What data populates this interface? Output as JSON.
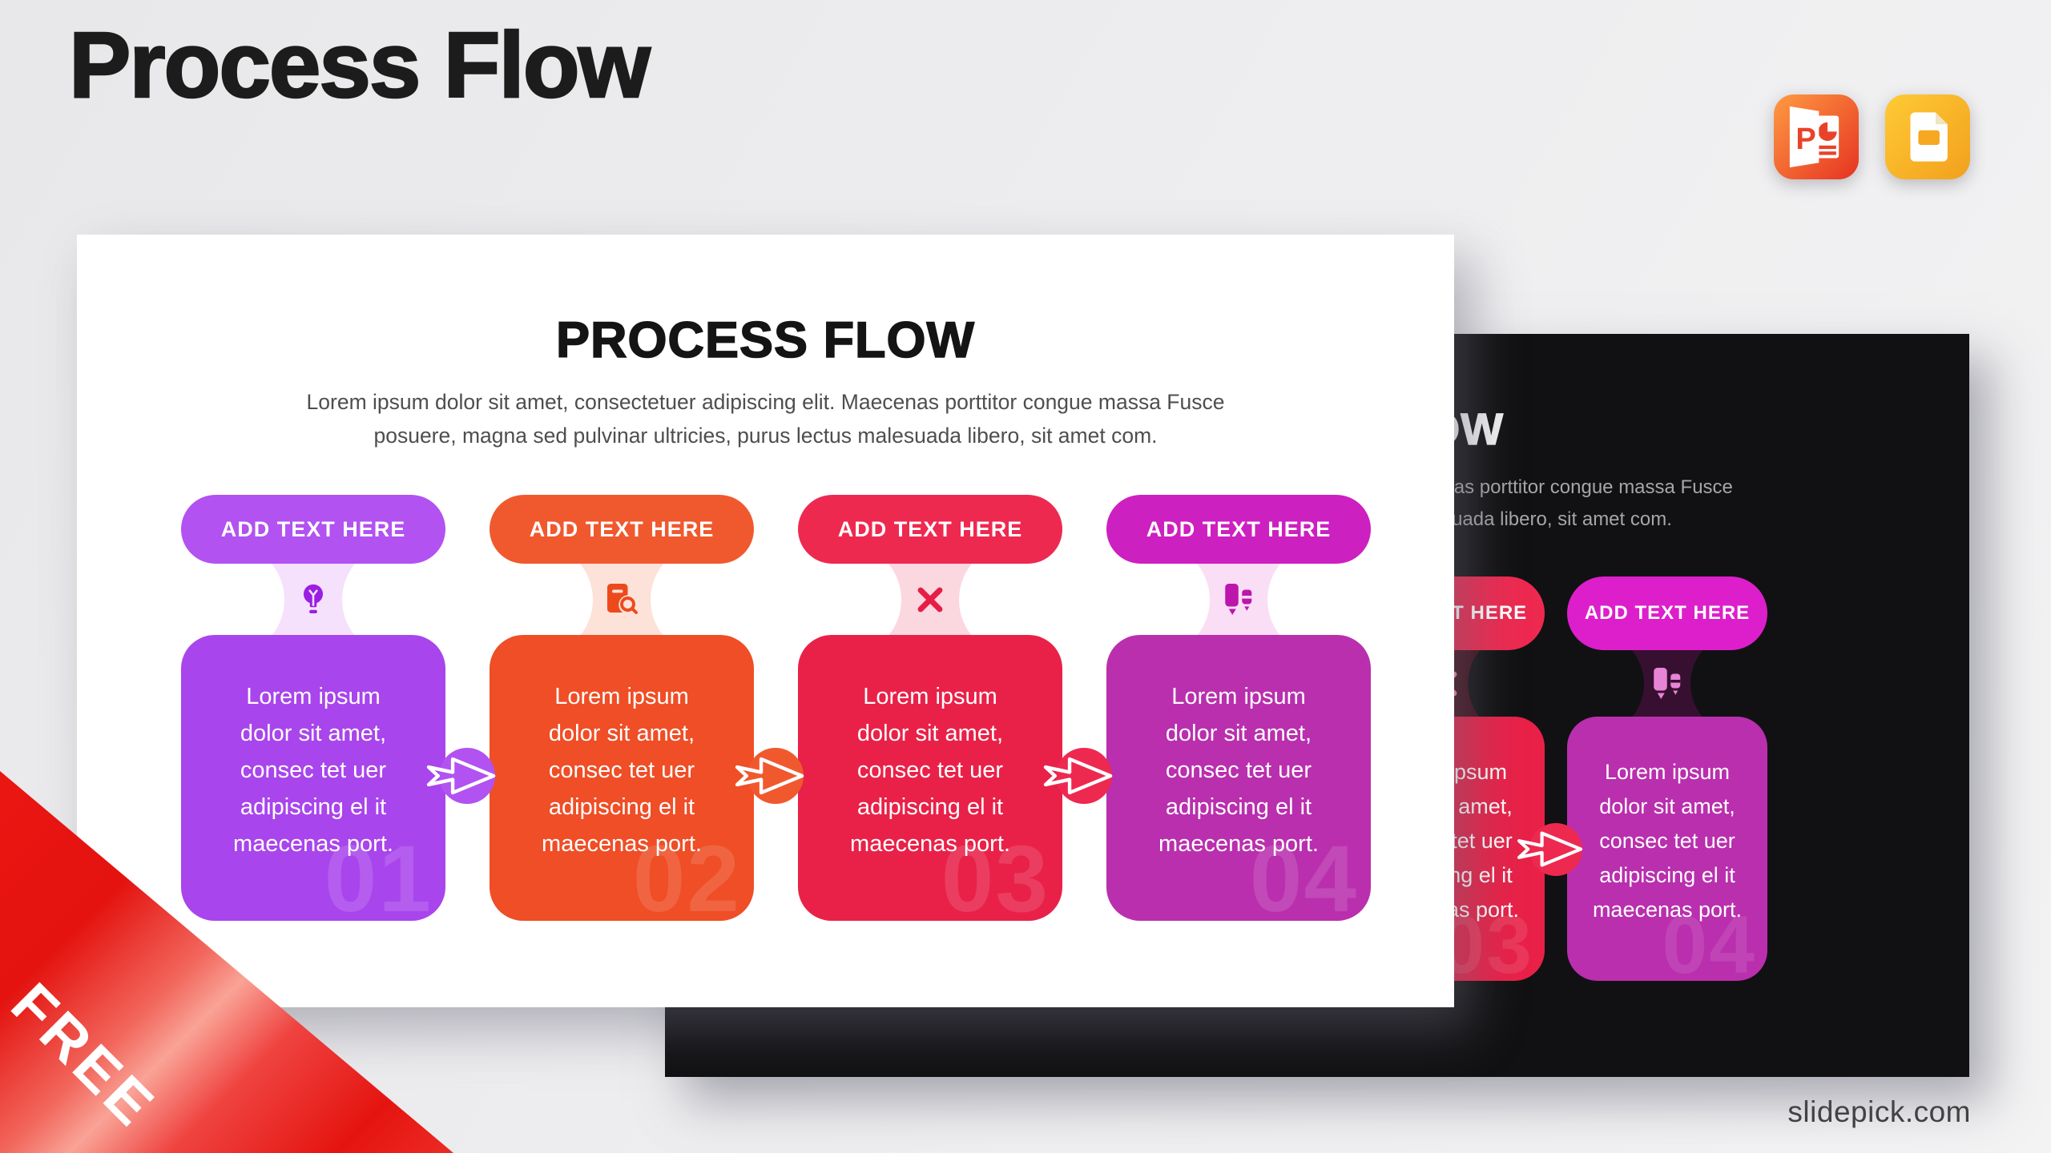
{
  "page": {
    "title": "Process Flow",
    "free_label": "FREE",
    "site": "slidepick.com",
    "background": "#ededef",
    "ribbon_color": "#e81714",
    "format_icons": [
      "powerpoint-file-icon",
      "google-slides-file-icon"
    ]
  },
  "slide": {
    "title": "PROCESS FLOW",
    "subtitle": "Lorem ipsum dolor sit amet, consectetuer adipiscing elit. Maecenas porttitor congue massa Fusce\nposuere, magna sed pulvinar ultricies, purus lectus malesuada libero, sit amet com.",
    "themes": {
      "light_background": "#ffffff",
      "dark_background": "#111113"
    },
    "steps": [
      {
        "number": "01",
        "pill_label": "ADD TEXT HERE",
        "body": "Lorem ipsum\ndolor sit amet,\nconsec tet uer\nadipiscing el it\nmaecenas port.",
        "icon": "lightbulb-icon",
        "accent": "#b252f1",
        "accent_dark": "#b252f1",
        "card": "#a945ec",
        "tint": "#f5e1fc",
        "tint_dark": "#2c1038"
      },
      {
        "number": "02",
        "pill_label": "ADD TEXT HERE",
        "body": "Lorem ipsum\ndolor sit amet,\nconsec tet uer\nadipiscing el it\nmaecenas port.",
        "icon": "document-search-icon",
        "accent": "#f0592e",
        "accent_dark": "#f0592e",
        "card": "#ef4e26",
        "tint": "#fce2d8",
        "tint_dark": "#3a150c"
      },
      {
        "number": "03",
        "pill_label": "ADD TEXT HERE",
        "body": "Lorem ipsum\ndolor sit amet,\nconsec tet uer\nadipiscing el it\nmaecenas port.",
        "icon": "crossed-tools-icon",
        "accent": "#ee2950",
        "accent_dark": "#ee2950",
        "card": "#e92148",
        "tint": "#fbd7e0",
        "tint_dark": "#400f1b"
      },
      {
        "number": "04",
        "pill_label": "ADD TEXT HERE",
        "body": "Lorem ipsum\ndolor sit amet,\nconsec tet uer\nadipiscing el it\nmaecenas port.",
        "icon": "marker-pens-icon",
        "accent": "#cd20c0",
        "accent_dark": "#dd1fcb",
        "card": "#b92fae",
        "tint": "#fadef5",
        "tint_dark": "#371031"
      }
    ]
  }
}
